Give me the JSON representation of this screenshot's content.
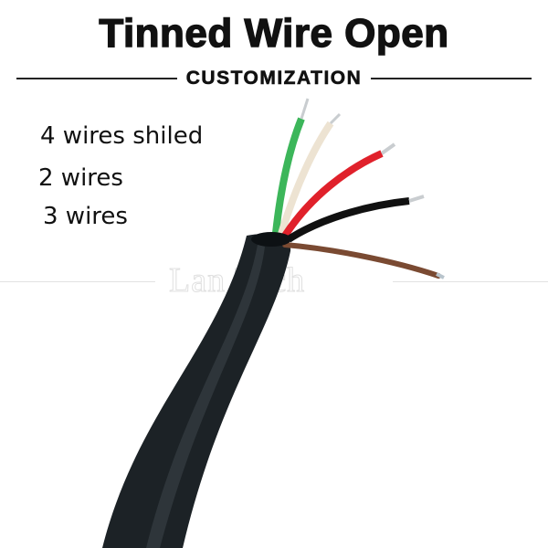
{
  "header": {
    "title": "Tinned Wire Open",
    "subtitle": "CUSTOMIZATION"
  },
  "options": [
    "4 wires shiled",
    "2 wires",
    "3 wires"
  ],
  "watermark": "Lan Tech",
  "colors": {
    "cable": "#1c2226",
    "wire_green": "#3cb65a",
    "wire_white": "#ede3d2",
    "wire_red": "#e0212b",
    "wire_black": "#111111",
    "shield": "#7a4a32"
  }
}
